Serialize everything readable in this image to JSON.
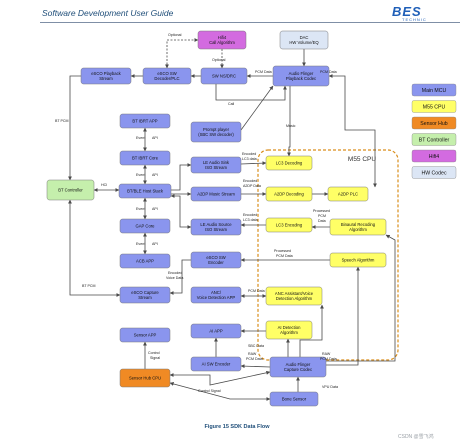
{
  "header": {
    "title": "Software Development User Guide"
  },
  "logo": {
    "text": "BES",
    "subtext": "TECHNIC"
  },
  "caption": "Figure 15 SDK Data Flow",
  "watermark": "CSDN @雪飞鸿",
  "colors": {
    "main_mcu": "#8a95ee",
    "m55_cpu": "#ffff66",
    "sensor_hub": "#f08a24",
    "bt_controller": "#c5efac",
    "hifi4": "#d36be0",
    "hw_codec": "#dce6f5",
    "arrow": "#4a4a4a",
    "m55_border": "#d98e1c"
  },
  "legend": [
    {
      "label": "Main MCU",
      "color_key": "main_mcu"
    },
    {
      "label": "M55 CPU",
      "color_key": "m55_cpu"
    },
    {
      "label": "Sensor Hub",
      "color_key": "sensor_hub"
    },
    {
      "label": "BT Controller",
      "color_key": "bt_controller"
    },
    {
      "label": "Hifi4",
      "color_key": "hifi4"
    },
    {
      "label": "HW Codec",
      "color_key": "hw_codec"
    }
  ],
  "region": {
    "label": "M55 CPU"
  },
  "blocks": {
    "hifi4": [
      "Hifi4",
      "Call Algorithm"
    ],
    "dac": [
      "DAC",
      "HW Volume/EQ"
    ],
    "esco_playback": [
      "eSCO Playback",
      "Stream"
    ],
    "esco_sw_decoder": [
      "eSCO SW",
      "Decoder/PLC"
    ],
    "sw_ns_drc": [
      "SW NS/DRC"
    ],
    "playback_codec": [
      "Audio Flinger",
      "Playback Codec"
    ],
    "bt_ibrt_app": [
      "BT IBRT APP"
    ],
    "bt_ibrt_core": [
      "BT IBRT Core"
    ],
    "host_stack": [
      "BT/BLE Host Stack"
    ],
    "gap_core": [
      "GAP Core"
    ],
    "acb_app": [
      "ACB APP"
    ],
    "bt_controller": [
      "BT Controller"
    ],
    "prompt_player": [
      "Prompt player",
      "(SBC SW decoder)"
    ],
    "le_sink": [
      "LE Audio Sink",
      "ISO Stream"
    ],
    "a2dp_stream": [
      "A2DP Music Stream"
    ],
    "le_source": [
      "LE Audio Source",
      "ISO Stream"
    ],
    "esco_encoder": [
      "eSCO SW",
      "Encoder"
    ],
    "esco_capture": [
      "eSCO Capture",
      "Stream"
    ],
    "anc_app": [
      "ANC/",
      "Voice Detection APP"
    ],
    "lc3_decoding": [
      "LC3 Decoding"
    ],
    "a2dp_decoding": [
      "A2DP Decoding"
    ],
    "a2dp_plc": [
      "A2DP PLC"
    ],
    "lc3_encoding": [
      "LC3 Encoding"
    ],
    "binaural": [
      "Binaural Recoding",
      "Algorithm"
    ],
    "speech": [
      "Speech Algorithm"
    ],
    "anc_detection": [
      "ANC Assistant/Voice",
      "Detection Algorithm"
    ],
    "ai_detection": [
      "AI Detection",
      "Algorithm"
    ],
    "ai_app": [
      "AI APP"
    ],
    "ai_encoder": [
      "AI SW Encoder"
    ],
    "capture_codec": [
      "Audio Flinger",
      "Capture Codec"
    ],
    "sensor_app": [
      "Sensor APP"
    ],
    "sensor_hub_cpu": [
      "Sensor Hub CPU"
    ],
    "bone_sensor": [
      "Bone Sensor"
    ]
  },
  "edge_labels": {
    "optional_top": "Optional",
    "optional_mid": "Optional",
    "pcm_data_top": "PCM Data",
    "pcm_data_dac": "PCM Data",
    "call": "Call",
    "music": "Music",
    "bt_pcm_top": "BT PCM",
    "bt_pcm_bottom": "BT PCM",
    "hci": "HCI",
    "event1": "Event",
    "api1": "API",
    "event2": "Event",
    "api2": "API",
    "event3": "Event",
    "api3": "API",
    "event4": "Event",
    "api4": "API",
    "encoded_lc3_1": "Encoded",
    "encoded_lc3_2": "LC3 data",
    "encoded_a2dp_1": "Encoded",
    "encoded_a2dp_2": "A2DP Data",
    "encoded_lc3b_1": "Encoded",
    "encoded_lc3b_2": "LC3 data",
    "processed_pcm_1": "Processed",
    "processed_pcm_2": "PCM",
    "processed_pcm_3": "Data",
    "processed_pcm_b1": "Processed",
    "processed_pcm_b2": "PCM Data",
    "encoded_voice_1": "Encoded",
    "encoded_voice_2": "Voice Data",
    "pcm_data_anc": "PCM Data",
    "sbc_data": "SBC Data",
    "raw_pcm_1": "RAW",
    "raw_pcm_2": "PCM Data",
    "raw_pcm_3": "RAW",
    "raw_pcm_4": "PCM Data",
    "control_signal_1": "Control",
    "control_signal_2": "Signal",
    "control_signal_3": "Control Signal",
    "vpu_data": "VPU Data"
  }
}
